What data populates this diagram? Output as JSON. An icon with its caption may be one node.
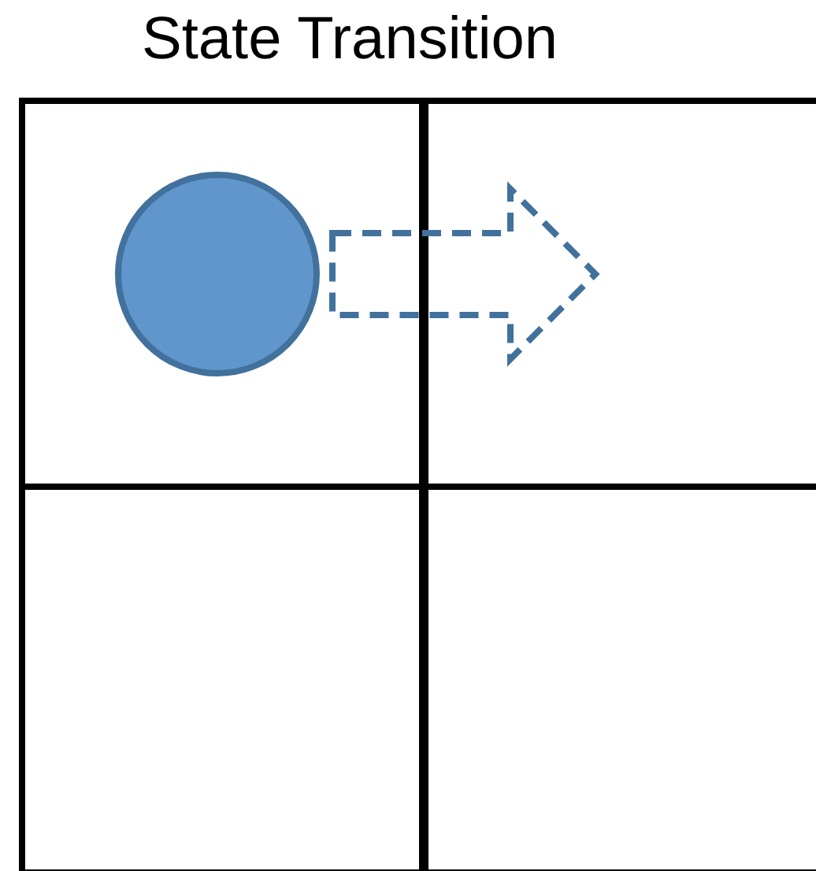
{
  "diagram": {
    "title": "State Transition",
    "nodes": [
      {
        "text": [],
        "shape": "box"
      },
      {
        "text": [],
        "shape": "circle",
        "in": 0
      },
      {
        "text": [],
        "shape": "box"
      },
      {
        "text": [],
        "shape": "box"
      },
      {
        "text": [],
        "shape": "box"
      }
    ],
    "edges": [
      {
        "from": 1,
        "to": 2,
        "arrow": "to",
        "style": "dashed"
      }
    ]
  }
}
